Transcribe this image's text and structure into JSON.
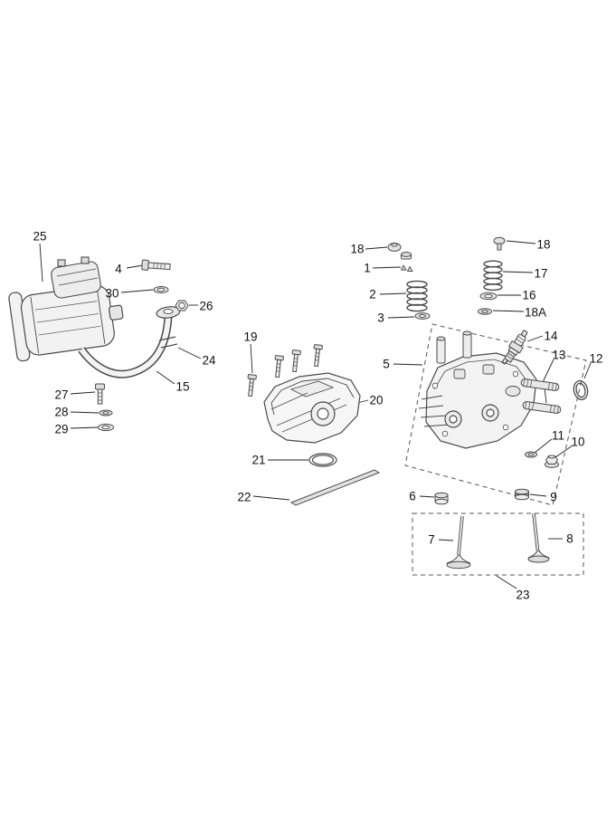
{
  "page": {
    "background": "#ffffff",
    "stroke_color": "#4a4a4a",
    "leader_color": "#222222",
    "label_color": "#111111",
    "dash_color": "#555555"
  },
  "callouts": [
    {
      "label": "25"
    },
    {
      "label": "4"
    },
    {
      "label": "30"
    },
    {
      "label": "26"
    },
    {
      "label": "24"
    },
    {
      "label": "15"
    },
    {
      "label": "27"
    },
    {
      "label": "28"
    },
    {
      "label": "29"
    },
    {
      "label": "19"
    },
    {
      "label": "20"
    },
    {
      "label": "21"
    },
    {
      "label": "22"
    },
    {
      "label": "18"
    },
    {
      "label": "1"
    },
    {
      "label": "2"
    },
    {
      "label": "3"
    },
    {
      "label": "18"
    },
    {
      "label": "17"
    },
    {
      "label": "16"
    },
    {
      "label": "18A"
    },
    {
      "label": "14"
    },
    {
      "label": "5"
    },
    {
      "label": "13"
    },
    {
      "label": "12"
    },
    {
      "label": "11"
    },
    {
      "label": "10"
    },
    {
      "label": "6"
    },
    {
      "label": "9"
    },
    {
      "label": "7"
    },
    {
      "label": "8"
    },
    {
      "label": "23"
    }
  ]
}
